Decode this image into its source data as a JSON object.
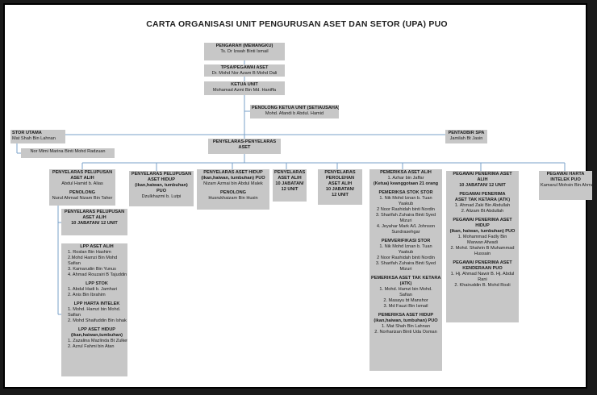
{
  "title": "CARTA ORGANISASI UNIT PENGURUSAN ASET DAN SETOR (UPA) PUO",
  "chart_data": {
    "type": "org-chart",
    "nodes": [
      {
        "id": "pengarah",
        "lines": [
          {
            "t": "PENGARAH (MEMANGKU)",
            "h": true
          },
          {
            "t": "Ts. Dr Izwah Binti Ismail"
          }
        ]
      },
      {
        "id": "tpsa",
        "lines": [
          {
            "t": "TPSA/PEGAWAI ASET",
            "h": true
          },
          {
            "t": "Dr. Mohd Nor Azam B Mohd Dali"
          }
        ]
      },
      {
        "id": "ketua",
        "lines": [
          {
            "t": "KETUA UNIT",
            "h": true
          },
          {
            "t": "Mohamad Azmi Bin Md. Haniffa"
          }
        ]
      },
      {
        "id": "penolong-ketua",
        "lines": [
          {
            "t": "PENOLONG KETUA UNIT (SETIAUSAHA)",
            "h": true
          },
          {
            "t": "Mohd. Afandi b Abdul. Hamid"
          }
        ]
      },
      {
        "id": "stor-utama",
        "lines": [
          {
            "t": "STOR UTAMA",
            "h": true
          },
          {
            "t": "Mat Shah Bin Lahnan"
          }
        ]
      },
      {
        "id": "nor-mimi",
        "lines": [
          {
            "t": "Nor Mimi Marina Binti Mohd Radzuan"
          }
        ]
      },
      {
        "id": "pentadbir",
        "lines": [
          {
            "t": "PENTADBIR SPA",
            "h": true
          },
          {
            "t": "Jamilah Bt Jasin"
          }
        ]
      },
      {
        "id": "penyelaras-root",
        "lines": [
          {
            "t": "PENYELARAS-PENYELARAS",
            "h": true
          },
          {
            "t": "ASET",
            "h": true
          }
        ]
      },
      {
        "id": "pelupusan-1",
        "lines": [
          {
            "t": "PENYELARAS PELUPUSAN",
            "h": true
          },
          {
            "t": "ASET ALIH",
            "h": true
          },
          {
            "t": "Abdul Hamid b. Alias"
          },
          {
            "t": "",
            "gap": true
          },
          {
            "t": "PENOLONG",
            "h": true
          },
          {
            "t": "Nurul Ahmad Nizam Bin Taher"
          }
        ]
      },
      {
        "id": "pelupusan-2",
        "lines": [
          {
            "t": "PENYELARAS PELUPUSAN",
            "h": true
          },
          {
            "t": "ASET ALIH",
            "h": true
          },
          {
            "t": "10 JABATAN/ 12 UNIT",
            "h": true
          }
        ]
      },
      {
        "id": "lpp-group",
        "lines": [
          {
            "t": "LPP ASET ALIH",
            "h": true
          },
          {
            "t": "1. Roslan Bin Hashim"
          },
          {
            "t": "2.Mohd Hamzi Bin Mohd"
          },
          {
            "t": "Safian"
          },
          {
            "t": "3. Kamarudin Bin Yunus"
          },
          {
            "t": "4. Ahmad Rouzairi B Tajuddin"
          },
          {
            "t": "",
            "gap": true
          },
          {
            "t": "LPP STOK",
            "h": true
          },
          {
            "t": "1. Abdul Hadi b. Jamhari"
          },
          {
            "t": "2. Anis Bin Ibrahim"
          },
          {
            "t": "",
            "gap": true
          },
          {
            "t": "LPP HARTA INTELEK",
            "h": true
          },
          {
            "t": "1. Mohd. Hamzi bin Mohd."
          },
          {
            "t": "Safian"
          },
          {
            "t": "2. Mohd Shaifuddin Bin Ishak"
          },
          {
            "t": "",
            "gap": true
          },
          {
            "t": "LPP ASET HIDUP",
            "h": true
          },
          {
            "t": "(ikan,haiwan,tumbuhan)",
            "h": true
          },
          {
            "t": "1. Zazalina Mazlinda Bt Zulkefli"
          },
          {
            "t": "2. Azrul Fahmi bin Atan"
          }
        ]
      },
      {
        "id": "pelupusan-hidup",
        "lines": [
          {
            "t": "PENYELARAS PELUPUSAN",
            "h": true
          },
          {
            "t": "ASET HIDUP",
            "h": true
          },
          {
            "t": "(ikan,haiwan, tumbuhan)",
            "h": true
          },
          {
            "t": "PUO",
            "h": true
          },
          {
            "t": "Dzulkhazmi b. Lutpi"
          }
        ]
      },
      {
        "id": "aset-hidup",
        "lines": [
          {
            "t": "PENYELARAS ASET HIDUP",
            "h": true
          },
          {
            "t": "(ikan,haiwan, tumbuhan) PUO",
            "h": true
          },
          {
            "t": "Nizam Azmai bin Abdul Malek"
          },
          {
            "t": "",
            "gap": true
          },
          {
            "t": "PENOLONG",
            "h": true
          },
          {
            "t": "Husrukhaizam Bin Husin"
          }
        ]
      },
      {
        "id": "aset-alih",
        "lines": [
          {
            "t": "PENYELARAS",
            "h": true
          },
          {
            "t": "ASET ALIH",
            "h": true
          },
          {
            "t": "10 JABATAN/",
            "h": true
          },
          {
            "t": "12 UNIT",
            "h": true
          }
        ]
      },
      {
        "id": "perolehan",
        "lines": [
          {
            "t": "PENYELARAS",
            "h": true
          },
          {
            "t": "PEROLEHAN",
            "h": true
          },
          {
            "t": "ASET ALIH",
            "h": true
          },
          {
            "t": "10 JABATAN/",
            "h": true
          },
          {
            "t": "12 UNIT",
            "h": true
          }
        ]
      },
      {
        "id": "pemeriksa",
        "lines": [
          {
            "t": "PEMERIKSA ASET ALIH",
            "h": true
          },
          {
            "t": "1. Azhar bin Jaffar"
          },
          {
            "t": "(Ketua) keanggotaan 21 orang",
            "h": true
          },
          {
            "t": "",
            "gap": true
          },
          {
            "t": "PEMERIKSA STOK STOR",
            "h": true
          },
          {
            "t": "1. Nik Mohd Iznan b. Tuan"
          },
          {
            "t": "Yaakub"
          },
          {
            "t": "2 Noor Rashidah binti Nordin"
          },
          {
            "t": "3. Sharifah Zuhaira Binti Syed"
          },
          {
            "t": "Mizuri"
          },
          {
            "t": "4. Jeyahar Mark A/L Johnson"
          },
          {
            "t": "Sundrasehgar"
          },
          {
            "t": "",
            "gap": true
          },
          {
            "t": "PEMVERIFIKASI STOR",
            "h": true
          },
          {
            "t": "1. Nik Mohd Iznan b. Tuan"
          },
          {
            "t": "Yaakub"
          },
          {
            "t": "2 Noor Rashidah binti Nordin"
          },
          {
            "t": "3. Sharifah Zuhaira Binti Syed"
          },
          {
            "t": "Mizuri"
          },
          {
            "t": "",
            "gap": true
          },
          {
            "t": "PEMERIKSA ASET TAK KETARA",
            "h": true
          },
          {
            "t": "(ATK)",
            "h": true
          },
          {
            "t": "1. Mohd. Hamzi bin Mohd."
          },
          {
            "t": "Safian"
          },
          {
            "t": "2. Masayu bt Manshor"
          },
          {
            "t": "3. Md Fauzi Bin Ismail"
          },
          {
            "t": "",
            "gap": true
          },
          {
            "t": "PEMERIKSA ASET HIDUP",
            "h": true
          },
          {
            "t": "(ikan,haiwan, tumbuhan) PUO",
            "h": true
          },
          {
            "t": "1. Mat Shah Bin Lahnan"
          },
          {
            "t": "2. Norharizan Binti Uda Osman"
          }
        ]
      },
      {
        "id": "penerima",
        "lines": [
          {
            "t": "PEGAWAI PENERIMA ASET",
            "h": true
          },
          {
            "t": "ALIH",
            "h": true
          },
          {
            "t": "10 JABATAN/ 12 UNIT",
            "h": true
          },
          {
            "t": "",
            "gap": true
          },
          {
            "t": "PEGAWAI PENERIMA",
            "h": true
          },
          {
            "t": "ASET TAK KETARA (ATK)",
            "h": true
          },
          {
            "t": "1. Ahmad Zaki Bin Abdullah"
          },
          {
            "t": "2. Alizam Bt Abdullah"
          },
          {
            "t": "",
            "gap": true
          },
          {
            "t": "PEGAWAI PENERIMA ASET",
            "h": true
          },
          {
            "t": "HIDUP",
            "h": true
          },
          {
            "t": "(ikan, haiwan, tumbuhan) PUO",
            "h": true
          },
          {
            "t": "1. Mohammad Fadly Bin"
          },
          {
            "t": "Marwan Afwadi"
          },
          {
            "t": "2. Mohd. Shahrin B Muhammad"
          },
          {
            "t": "Hussain"
          },
          {
            "t": "",
            "gap": true
          },
          {
            "t": "PEGAWAI PENERIMA ASET",
            "h": true
          },
          {
            "t": "KENDERAAN PUO",
            "h": true
          },
          {
            "t": "1. Hj. Ahmad Nawir B. Hj. Abdul"
          },
          {
            "t": "Rani"
          },
          {
            "t": "2. Khairuddin B. Mohd Rosli"
          }
        ]
      },
      {
        "id": "harta-intelek",
        "lines": [
          {
            "t": "PEGAWAI HARTA",
            "h": true
          },
          {
            "t": "INTELEK PUO",
            "h": true
          },
          {
            "t": "Kamarul Mohsin Bin Ahmad"
          }
        ]
      }
    ],
    "edges": [
      [
        "pengarah",
        "tpsa"
      ],
      [
        "tpsa",
        "ketua"
      ],
      [
        "ketua",
        "penolong-ketua"
      ],
      [
        "ketua",
        "penyelaras-root"
      ],
      [
        "ketua",
        "stor-utama"
      ],
      [
        "ketua",
        "pentadbir"
      ],
      [
        "stor-utama",
        "nor-mimi"
      ],
      [
        "penyelaras-root",
        "pelupusan-1"
      ],
      [
        "penyelaras-root",
        "pelupusan-hidup"
      ],
      [
        "penyelaras-root",
        "aset-hidup"
      ],
      [
        "penyelaras-root",
        "aset-alih"
      ],
      [
        "penyelaras-root",
        "perolehan"
      ],
      [
        "penyelaras-root",
        "pemeriksa"
      ],
      [
        "penyelaras-root",
        "penerima"
      ],
      [
        "penyelaras-root",
        "harta-intelek"
      ],
      [
        "pelupusan-1",
        "pelupusan-2"
      ],
      [
        "pelupusan-2",
        "lpp-group"
      ]
    ]
  }
}
